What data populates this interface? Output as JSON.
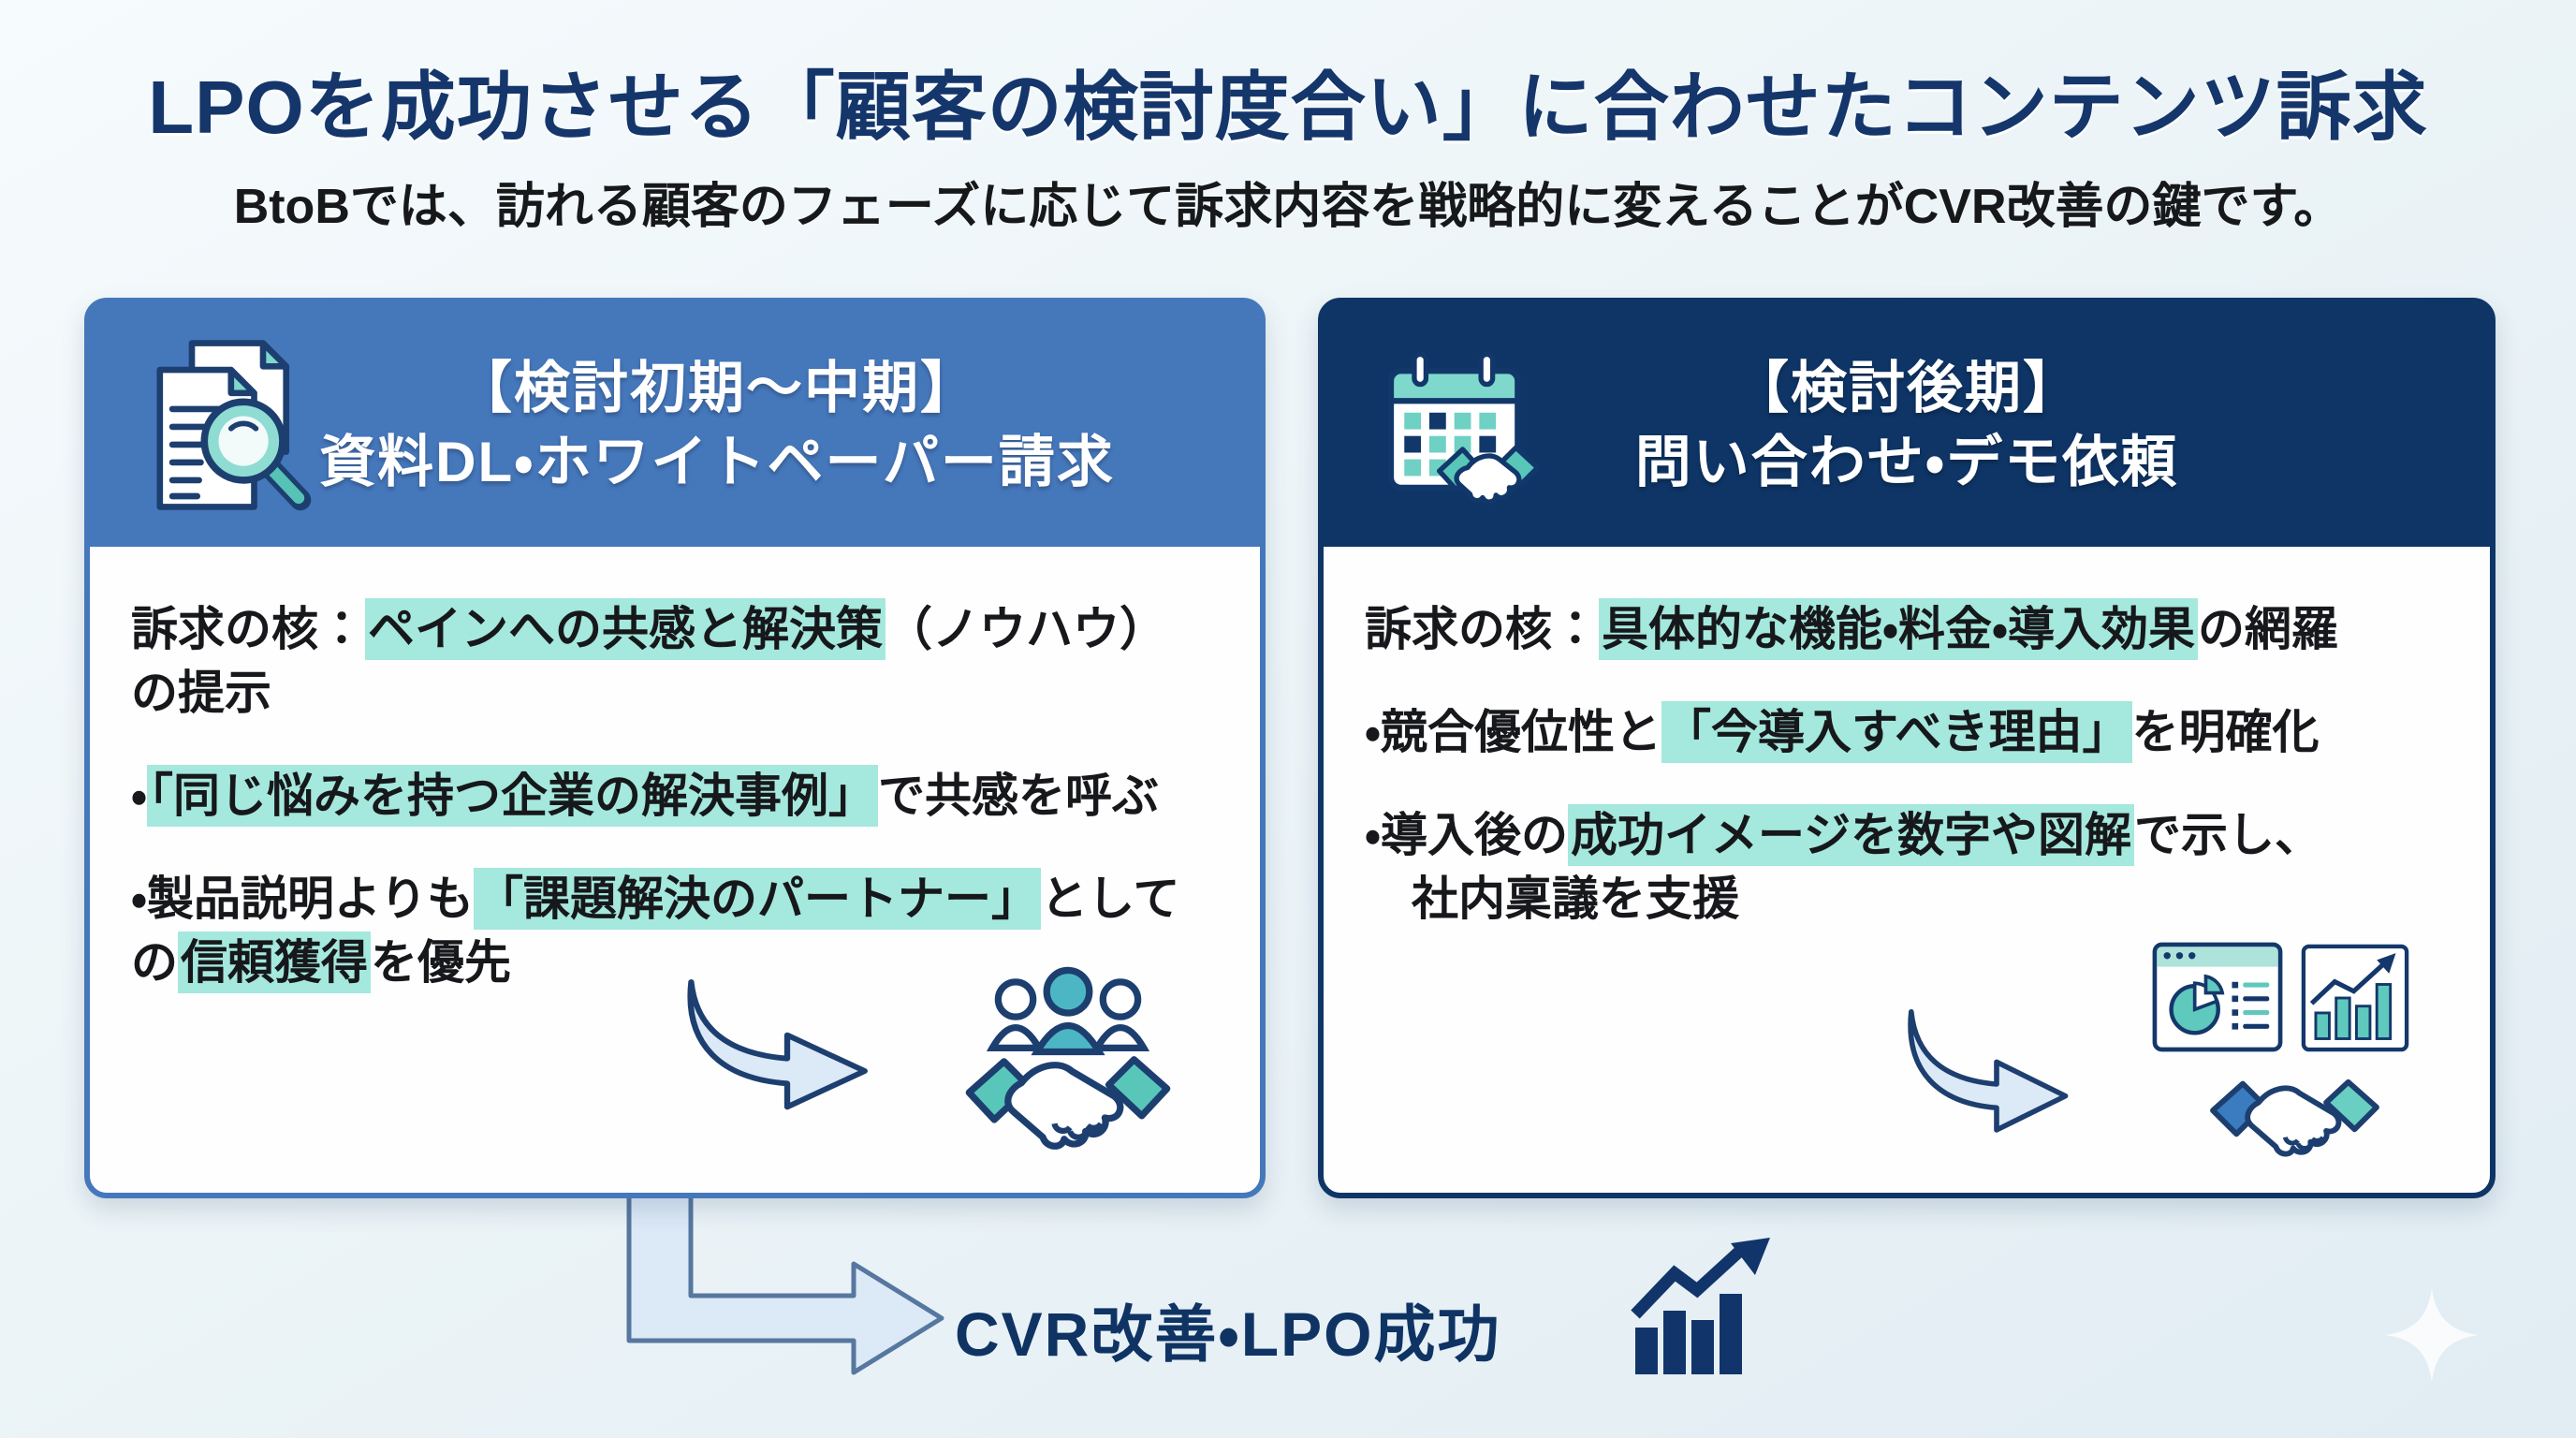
{
  "colors": {
    "accent_blue": "#4577bb",
    "accent_navy": "#0e3566",
    "highlight": "#a5e8dd",
    "title_navy": "#15366b",
    "arrow_fill": "#dce9f6",
    "arrow_stroke": "#1d3f70",
    "teal": "#5fc9bd",
    "page_bg": "#ecf4f7"
  },
  "header": {
    "title": "LPOを成功させる「顧客の検討度合い」に合わせたコンテンツ訴求",
    "subtitle": "BtoBでは、訪れる顧客のフェーズに応じて訴求内容を戦略的に変えることがCVR改善の鍵です。"
  },
  "cards": {
    "left": {
      "header_line1": "【検討初期～中期】",
      "header_line2": "資料DL・ホワイトペーパー請求",
      "header_icon": "document-search-icon",
      "result_icon": "team-handshake-icon",
      "body": [
        {
          "lines": [
            [
              {
                "t": "訴求の核：",
                "h": false
              },
              {
                "t": "ペインへの共感と解決策",
                "h": true
              },
              {
                "t": "（ノウハウ）",
                "h": false
              }
            ],
            [
              {
                "t": "の提示",
                "h": false
              }
            ]
          ]
        },
        {
          "lines": [
            [
              {
                "t": "・",
                "h": false
              },
              {
                "t": "「同じ悩みを持つ企業の解決事例」",
                "h": true
              },
              {
                "t": "で共感を呼ぶ",
                "h": false
              }
            ]
          ]
        },
        {
          "lines": [
            [
              {
                "t": "・製品説明よりも",
                "h": false
              },
              {
                "t": "「課題解決のパートナー」",
                "h": true
              },
              {
                "t": "として",
                "h": false
              }
            ],
            [
              {
                "t": "の",
                "h": false
              },
              {
                "t": "信頼獲得",
                "h": true
              },
              {
                "t": "を優先",
                "h": false
              }
            ]
          ]
        }
      ]
    },
    "right": {
      "header_line1": "【検討後期】",
      "header_line2": "問い合わせ・デモ依頼",
      "header_icon": "calendar-handshake-icon",
      "result_icons": [
        "dashboard-pie-icon",
        "bar-chart-panel-icon",
        "handshake-icon"
      ],
      "body": [
        {
          "lines": [
            [
              {
                "t": "訴求の核：",
                "h": false
              },
              {
                "t": "具体的な機能・料金・導入効果",
                "h": true
              },
              {
                "t": "の網羅",
                "h": false
              }
            ]
          ]
        },
        {
          "lines": [
            [
              {
                "t": "・競合優位性と",
                "h": false
              },
              {
                "t": "「今導入すべき理由」",
                "h": true
              },
              {
                "t": "を明確化",
                "h": false
              }
            ]
          ]
        },
        {
          "lines": [
            [
              {
                "t": "・導入後の",
                "h": false
              },
              {
                "t": "成功イメージを数字や図解",
                "h": true
              },
              {
                "t": "で示し、",
                "h": false
              }
            ],
            [
              {
                "t": "社内稟議を支援",
                "h": false,
                "indent": true
              }
            ]
          ]
        }
      ]
    }
  },
  "footer": {
    "result_label": "CVR改善・LPO成功",
    "result_icon": "growth-chart-icon",
    "decoration": "sparkle-icon"
  }
}
